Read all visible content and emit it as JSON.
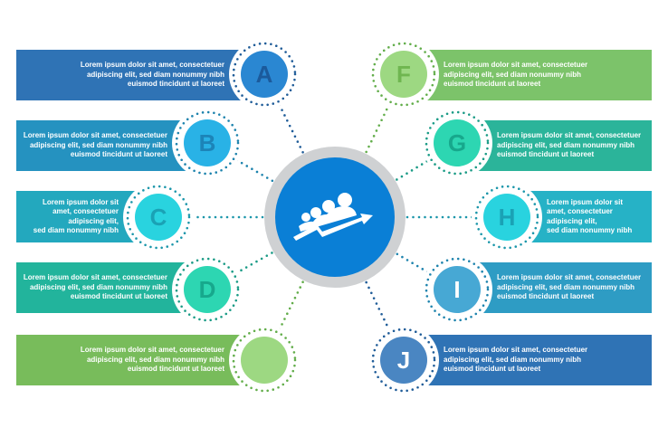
{
  "items": [
    {
      "letter": "A",
      "lines": [
        "Lorem ipsum dolor sit amet, consectetuer",
        "adipiscing elit, sed diam nonummy nibh",
        "euismod tincidunt ut laoreet"
      ],
      "bar": "#2f73b5",
      "circle": "#2a87d2",
      "letter_color": "#1b5a9c",
      "dots": "#1f5c98"
    },
    {
      "letter": "B",
      "lines": [
        "Lorem ipsum dolor sit amet, consectetuer",
        "adipiscing elit, sed diam nonummy nibh",
        "euismod tincidunt ut laoreet"
      ],
      "bar": "#2592c0",
      "circle": "#29b2e6",
      "letter_color": "#1c84b8",
      "dots": "#1d83ad"
    },
    {
      "letter": "C",
      "lines": [
        "Lorem ipsum dolor sit",
        "amet, consectetuer",
        "adipiscing elit,",
        "sed diam nonummy nibh"
      ],
      "bar": "#23a8be",
      "circle": "#29d3df",
      "letter_color": "#1aa2b5",
      "dots": "#1b96aa"
    },
    {
      "letter": "D",
      "lines": [
        "Lorem ipsum dolor sit amet, consectetuer",
        "adipiscing elit, sed diam nonummy nibh",
        "euismod tincidunt ut laoreet"
      ],
      "bar": "#22b49c",
      "circle": "#2dd6b2",
      "letter_color": "#17a88c",
      "dots": "#1a9b86"
    },
    {
      "letter": "",
      "lines": [
        "Lorem ipsum dolor sit amet, consectetuer",
        "adipiscing elit, sed diam nonummy nibh",
        "euismod tincidunt ut laoreet"
      ],
      "bar": "#78bc5b",
      "circle": "#9dd882",
      "letter_color": "#6fb650",
      "dots": "#62ad4a"
    },
    {
      "letter": "F",
      "lines": [
        "Lorem ipsum dolor sit amet, consectetuer",
        "adipiscing elit, sed diam nonummy nibh",
        "euismod tincidunt ut laoreet"
      ],
      "bar": "#7cc36a",
      "circle": "#9dd882",
      "letter_color": "#6fb650",
      "dots": "#62ad4a"
    },
    {
      "letter": "G",
      "lines": [
        "Lorem ipsum dolor sit amet, consectetuer",
        "adipiscing elit, sed diam nonummy nibh",
        "euismod tincidunt ut laoreet"
      ],
      "bar": "#2bb49a",
      "circle": "#2dd6b2",
      "letter_color": "#17a88c",
      "dots": "#1a9b86"
    },
    {
      "letter": "H",
      "lines": [
        "Lorem ipsum dolor sit",
        "amet, consectetuer",
        "adipiscing elit,",
        "sed diam nonummy nibh"
      ],
      "bar": "#26b2c6",
      "circle": "#29d3df",
      "letter_color": "#1aa2b5",
      "dots": "#1b96aa"
    },
    {
      "letter": "I",
      "lines": [
        "Lorem ipsum dolor sit amet, consectetuer",
        "adipiscing elit, sed diam nonummy nibh",
        "euismod tincidunt ut laoreet"
      ],
      "bar": "#2e9cc4",
      "circle": "#47a8d4",
      "letter_color": "#ffffff",
      "dots": "#1d83ad"
    },
    {
      "letter": "J",
      "lines": [
        "Lorem ipsum dolor sit amet, consectetuer",
        "adipiscing elit, sed diam nonummy nibh",
        "euismod tincidunt ut laoreet"
      ],
      "bar": "#2f73b5",
      "circle": "#4a86c2",
      "letter_color": "#ffffff",
      "dots": "#1f5c98"
    }
  ],
  "center": {
    "icon": "team-growth-icon",
    "ring": "#cfd1d3",
    "fill": "#0a7fd6"
  }
}
